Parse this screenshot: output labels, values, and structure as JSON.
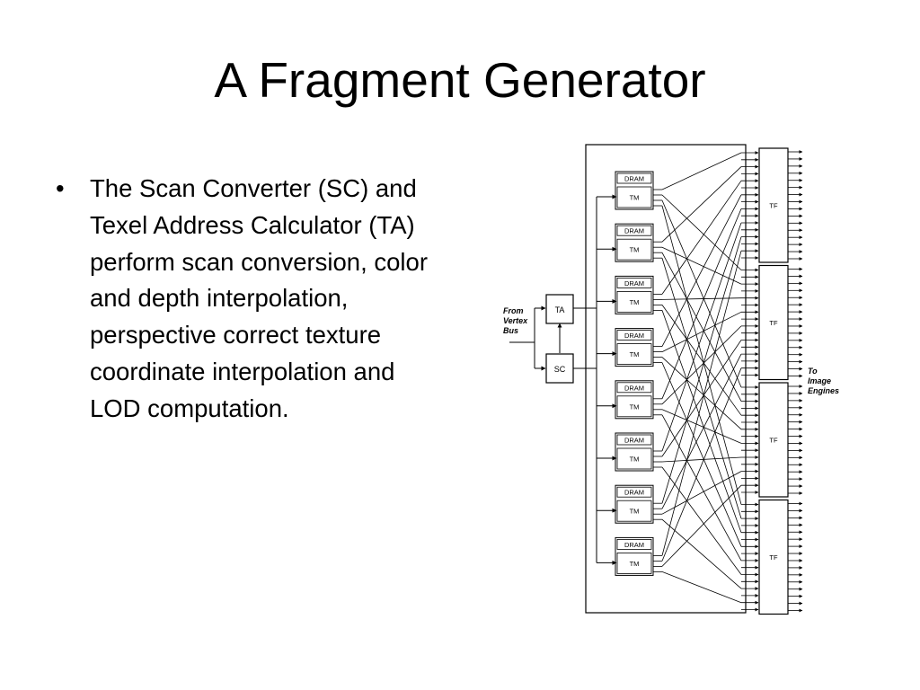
{
  "slide": {
    "title": "A Fragment Generator",
    "bullets": [
      {
        "marker": "•",
        "text": "The Scan Converter (SC) and Texel Address Calculator (TA) perform scan conversion, color and depth interpolation, perspective correct texture coordinate interpolation and LOD computation."
      }
    ]
  },
  "diagram": {
    "input_label": [
      "From",
      "Vertex",
      "Bus"
    ],
    "output_label": [
      "To",
      "Image",
      "Engines"
    ],
    "ta_label": "TA",
    "sc_label": "SC",
    "dram_label": "DRAM",
    "tm_label": "TM",
    "tf_label": "TF",
    "tm_count": 8,
    "tf_count": 4
  }
}
